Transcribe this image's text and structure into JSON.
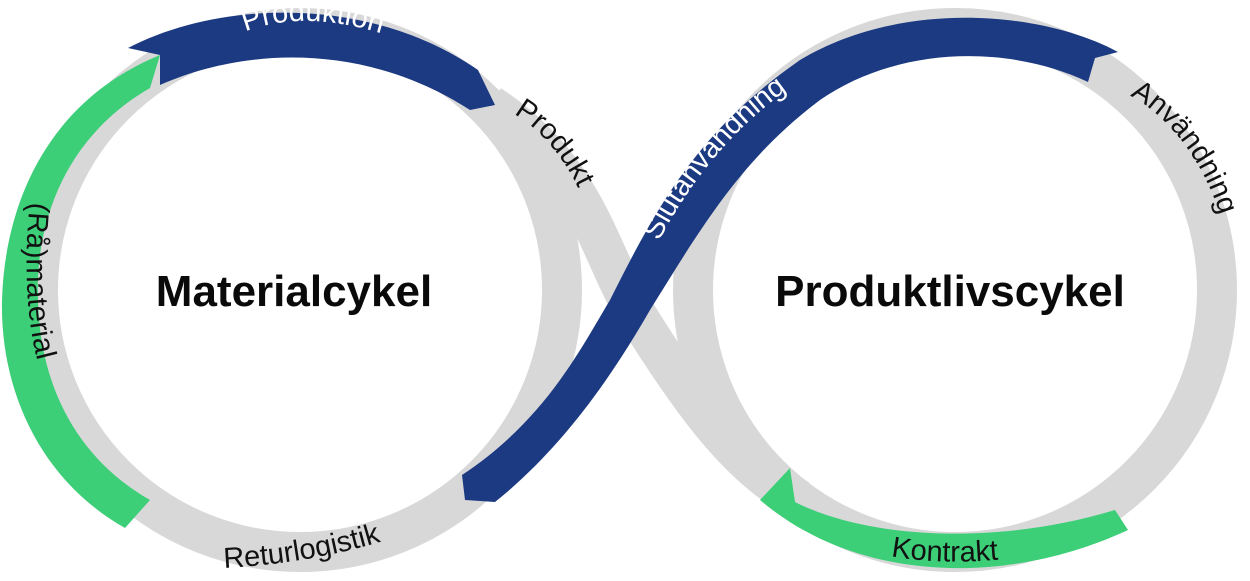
{
  "colors": {
    "navy": "#1c3a82",
    "green": "#3dce78",
    "gray": "#d8d8d8",
    "background": "#ffffff",
    "text_dark": "#111111",
    "text_light": "#ffffff"
  },
  "cycles": {
    "left_title": "Materialcykel",
    "right_title": "Produktlivscykel"
  },
  "segments": {
    "produktion": "Produktion",
    "produkt": "Produkt",
    "slutanvandning": "Slutanvändning",
    "anvandning": "Användning",
    "ramaterial": "(Rå)material",
    "returlogistik": "Returlogistik",
    "kontrakt": "Kontrakt"
  }
}
